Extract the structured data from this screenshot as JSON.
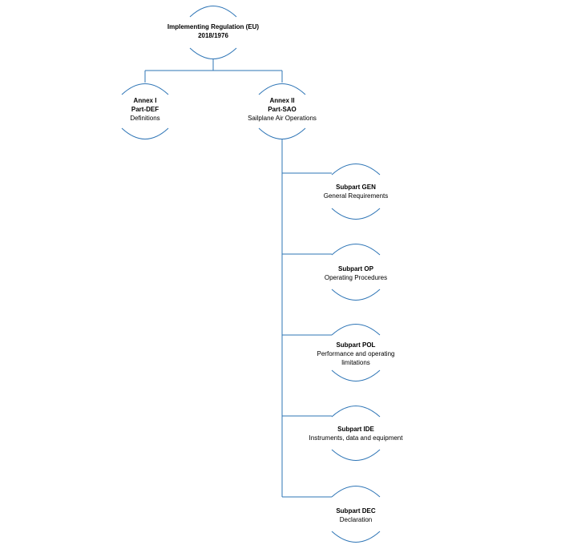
{
  "colors": {
    "line": "#2e75b6",
    "text": "#000000",
    "background": "#ffffff"
  },
  "root": {
    "line1": "Implementing Regulation (EU)",
    "line2": "2018/1976"
  },
  "annexes": [
    {
      "title": "Annex I",
      "part": "Part-DEF",
      "desc": "Definitions"
    },
    {
      "title": "Annex II",
      "part": "Part-SAO",
      "desc": "Sailplane Air Operations"
    }
  ],
  "subparts": [
    {
      "title": "Subpart GEN",
      "desc": "General Requirements",
      "desc2": ""
    },
    {
      "title": "Subpart OP",
      "desc": "Operating Procedures",
      "desc2": ""
    },
    {
      "title": "Subpart POL",
      "desc": "Performance and operating",
      "desc2": "limitations"
    },
    {
      "title": "Subpart IDE",
      "desc": "Instruments, data and equipment",
      "desc2": ""
    },
    {
      "title": "Subpart DEC",
      "desc": "Declaration",
      "desc2": ""
    }
  ]
}
